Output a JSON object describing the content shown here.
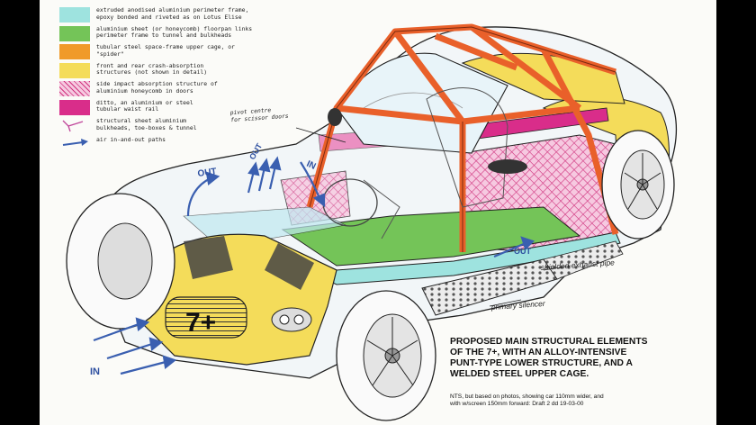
{
  "legend": [
    {
      "text": "extruded anodised aluminium perimeter frame,\nepoxy bonded and riveted as on Lotus Elise",
      "color": "#9ee3df"
    },
    {
      "text": "aluminium sheet (or honeycomb) floorpan links\nperimeter frame to tunnel and bulkheads",
      "color": "#74c458"
    },
    {
      "text": "tubular steel space-frame upper cage, or\n\"spider\"",
      "color": "#f09a2a"
    },
    {
      "text": "front and rear crash-absorption\nstructures (not shown in detail)",
      "color": "#f4dc5a"
    },
    {
      "text": "side impact absorption structure of\naluminium honeycomb in doors",
      "color": "#e96fb0"
    },
    {
      "text": "ditto, an aluminium or steel\ntubular waist rail",
      "color": "#d92d8a"
    },
    {
      "text": "structural sheet aluminium\nbulkheads, toe-boxes & tunnel",
      "icon": "bracket-icon",
      "color": "#c0459a"
    },
    {
      "text": "air in-and-out paths",
      "icon": "arrow-icon",
      "color": "#3a5fb0"
    }
  ],
  "labels": {
    "pivot": "pivot centre\nfor scissor doors",
    "out_left": "OUT",
    "out_top": "OUT",
    "in_mid": "IN",
    "out_side": "OUT",
    "in_bottom": "IN",
    "exhaust": "shielded exhaust pipe",
    "silencer": "primary silencer",
    "badge": "7+"
  },
  "caption": {
    "title": "PROPOSED MAIN STRUCTURAL ELEMENTS\nOF THE 7+, WITH AN ALLOY-INTENSIVE\nPUNT-TYPE LOWER STRUCTURE, AND A\nWELDED STEEL UPPER CAGE.",
    "sub": "NTS, but based on photos, showing car 110mm wider, and\nwith w/screen 150mm forward: Draft 2 dd 19-03-00"
  },
  "colors": {
    "frame": "#9ee3df",
    "floor": "#74c458",
    "cage": "#f09a2a",
    "crash": "#f4dc5a",
    "side": "#e96fb0",
    "rail": "#d92d8a",
    "air": "#3a5fb0"
  }
}
